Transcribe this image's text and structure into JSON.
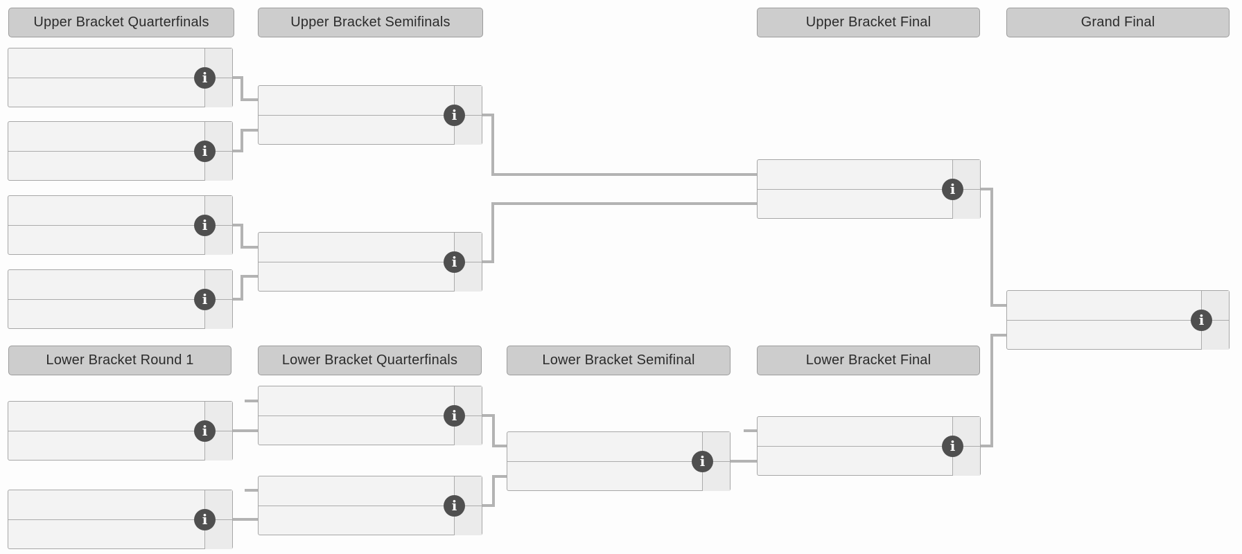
{
  "rounds": [
    {
      "id": "upper-bracket-quarterfinals",
      "label": "Upper Bracket Quarterfinals"
    },
    {
      "id": "upper-bracket-semifinals",
      "label": "Upper Bracket Semifinals"
    },
    {
      "id": "upper-bracket-final",
      "label": "Upper Bracket Final"
    },
    {
      "id": "grand-final",
      "label": "Grand Final"
    },
    {
      "id": "lower-bracket-round-1",
      "label": "Lower Bracket Round 1"
    },
    {
      "id": "lower-bracket-quarterfinals",
      "label": "Lower Bracket Quarterfinals"
    },
    {
      "id": "lower-bracket-semifinal",
      "label": "Lower Bracket Semifinal"
    },
    {
      "id": "lower-bracket-final",
      "label": "Lower Bracket Final"
    }
  ],
  "matches": [
    {
      "id": "ub-quarterfinal-1",
      "round": "Upper Bracket Quarterfinals",
      "slots": [
        {
          "name": "",
          "score": ""
        },
        {
          "name": "",
          "score": ""
        }
      ]
    },
    {
      "id": "ub-quarterfinal-2",
      "round": "Upper Bracket Quarterfinals",
      "slots": [
        {
          "name": "",
          "score": ""
        },
        {
          "name": "",
          "score": ""
        }
      ]
    },
    {
      "id": "ub-quarterfinal-3",
      "round": "Upper Bracket Quarterfinals",
      "slots": [
        {
          "name": "",
          "score": ""
        },
        {
          "name": "",
          "score": ""
        }
      ]
    },
    {
      "id": "ub-quarterfinal-4",
      "round": "Upper Bracket Quarterfinals",
      "slots": [
        {
          "name": "",
          "score": ""
        },
        {
          "name": "",
          "score": ""
        }
      ]
    },
    {
      "id": "ub-semifinal-1",
      "round": "Upper Bracket Semifinals",
      "slots": [
        {
          "name": "",
          "score": ""
        },
        {
          "name": "",
          "score": ""
        }
      ]
    },
    {
      "id": "ub-semifinal-2",
      "round": "Upper Bracket Semifinals",
      "slots": [
        {
          "name": "",
          "score": ""
        },
        {
          "name": "",
          "score": ""
        }
      ]
    },
    {
      "id": "ub-final",
      "round": "Upper Bracket Final",
      "slots": [
        {
          "name": "",
          "score": ""
        },
        {
          "name": "",
          "score": ""
        }
      ]
    },
    {
      "id": "grand-final",
      "round": "Grand Final",
      "slots": [
        {
          "name": "",
          "score": ""
        },
        {
          "name": "",
          "score": ""
        }
      ]
    },
    {
      "id": "lb-round1-1",
      "round": "Lower Bracket Round 1",
      "slots": [
        {
          "name": "",
          "score": ""
        },
        {
          "name": "",
          "score": ""
        }
      ]
    },
    {
      "id": "lb-round1-2",
      "round": "Lower Bracket Round 1",
      "slots": [
        {
          "name": "",
          "score": ""
        },
        {
          "name": "",
          "score": ""
        }
      ]
    },
    {
      "id": "lb-quarterfinal-1",
      "round": "Lower Bracket Quarterfinals",
      "slots": [
        {
          "name": "",
          "score": ""
        },
        {
          "name": "",
          "score": ""
        }
      ]
    },
    {
      "id": "lb-quarterfinal-2",
      "round": "Lower Bracket Quarterfinals",
      "slots": [
        {
          "name": "",
          "score": ""
        },
        {
          "name": "",
          "score": ""
        }
      ]
    },
    {
      "id": "lb-semifinal",
      "round": "Lower Bracket Semifinal",
      "slots": [
        {
          "name": "",
          "score": ""
        },
        {
          "name": "",
          "score": ""
        }
      ]
    },
    {
      "id": "lb-final",
      "round": "Lower Bracket Final",
      "slots": [
        {
          "name": "",
          "score": ""
        },
        {
          "name": "",
          "score": ""
        }
      ]
    }
  ],
  "icons": {
    "info_glyph": "i"
  },
  "colors": {
    "background": "#fdfdfd",
    "header_bg": "#cdcdcd",
    "header_border": "#9b9b9b",
    "match_bg": "#f3f3f3",
    "score_bg": "#ebebeb",
    "box_border": "#a6a6a6",
    "connector": "#b3b3b3",
    "info_icon_bg": "#4f4f4f",
    "info_icon_glyph": "#ffffff"
  }
}
